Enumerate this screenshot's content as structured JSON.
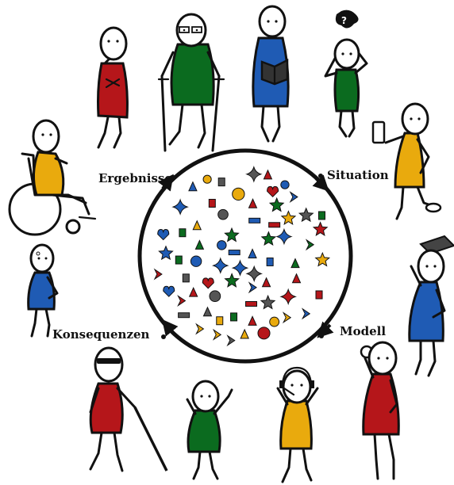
{
  "diagram": {
    "stages": [
      {
        "key": "situation",
        "label": "Situation"
      },
      {
        "key": "modell",
        "label": "Modell"
      },
      {
        "key": "konsequenzen",
        "label": "Konsequenzen"
      },
      {
        "key": "ergebnisse",
        "label": "Ergebnisse"
      }
    ],
    "colors": {
      "red": "#b5161a",
      "green": "#0b6b1f",
      "blue": "#1f5bb4",
      "yellow": "#e9aa0d",
      "gray": "#555555",
      "ink": "#111111"
    },
    "people": [
      {
        "name": "person-red-arms-crossed",
        "color": "red"
      },
      {
        "name": "person-green-glasses-crutches",
        "color": "green"
      },
      {
        "name": "person-blue-reading-book",
        "color": "blue"
      },
      {
        "name": "person-green-confused",
        "color": "green"
      },
      {
        "name": "person-yellow-smartphone",
        "color": "yellow"
      },
      {
        "name": "person-blue-graduate",
        "color": "blue"
      },
      {
        "name": "person-red-magnifier",
        "color": "red"
      },
      {
        "name": "person-yellow-headset",
        "color": "yellow"
      },
      {
        "name": "person-green-waving",
        "color": "green"
      },
      {
        "name": "person-red-white-cane",
        "color": "red"
      },
      {
        "name": "person-blue-small",
        "color": "blue"
      },
      {
        "name": "person-yellow-wheelchair",
        "color": "yellow"
      }
    ]
  }
}
